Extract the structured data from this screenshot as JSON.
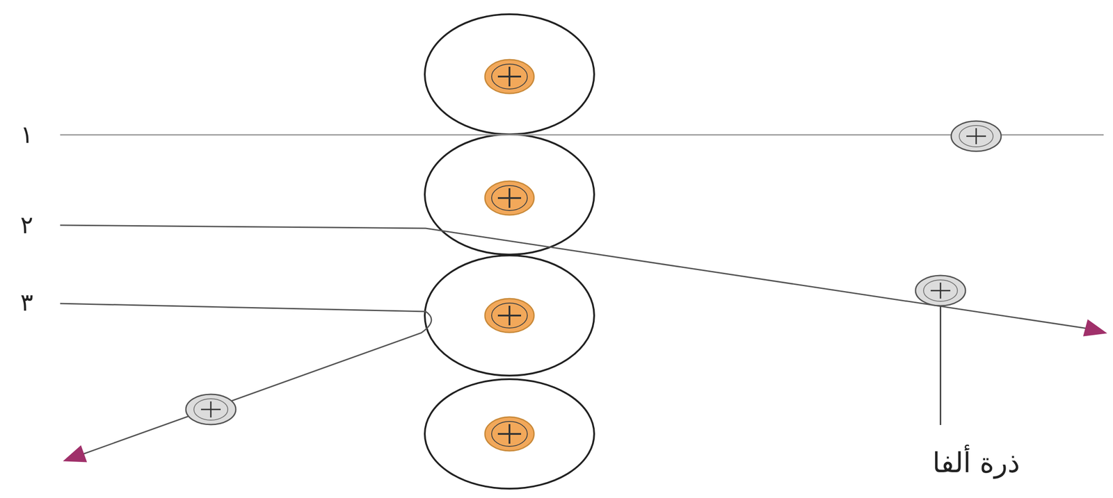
{
  "diagram": {
    "labels": [
      "١",
      "٢",
      "٣",
      "ذرة ألفا"
    ]
  }
}
